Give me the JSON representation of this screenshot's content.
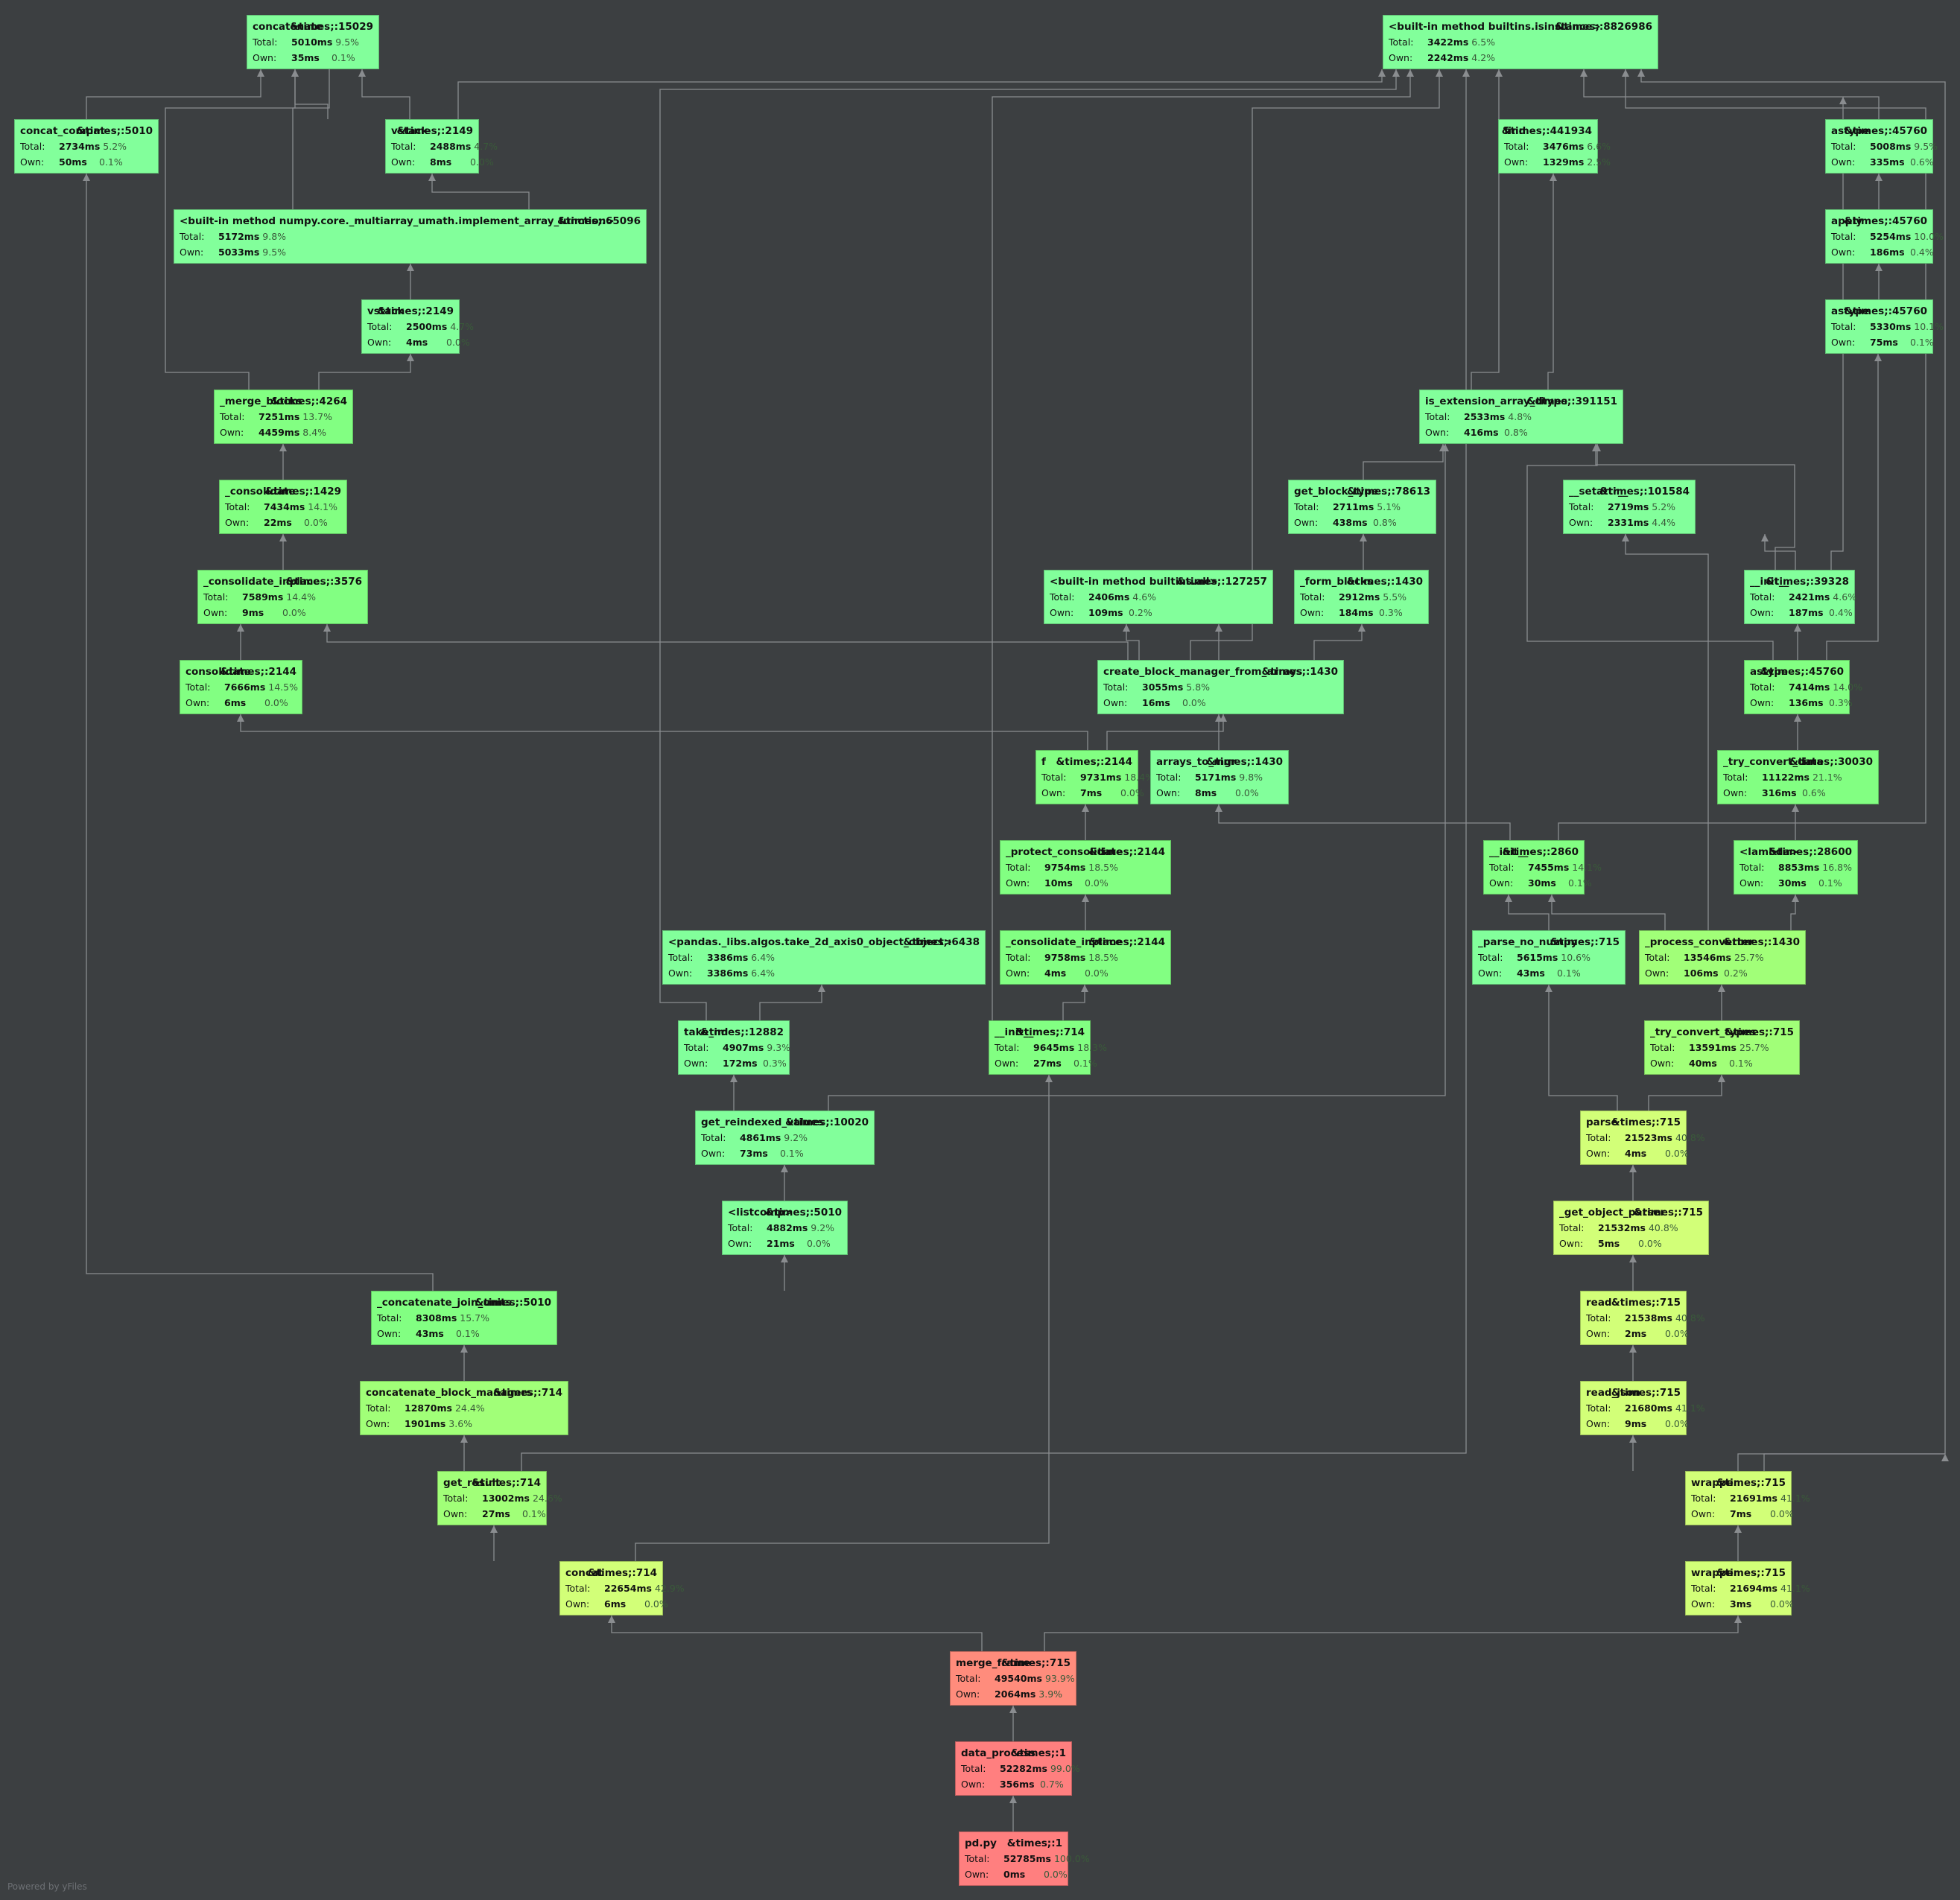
{
  "footer": "Powered by yFiles",
  "labels": {
    "total": "Total:",
    "own": "Own:"
  },
  "colors": {
    "background": "#3c3f41",
    "edge": "#8a8d90"
  },
  "nodes": [
    {
      "id": "concatenate",
      "name": "concatenate",
      "times": "&times;:15029",
      "total": "5010ms",
      "total_pct": "9.5%",
      "own": "35ms",
      "own_pct": "0.1%",
      "color": "#82ff9b"
    },
    {
      "id": "isinstance",
      "name": "<built-in method builtins.isinstance>",
      "times": "&times;:8826986",
      "total": "3422ms",
      "total_pct": "6.5%",
      "own": "2242ms",
      "own_pct": "4.2%",
      "color": "#82ff9b"
    },
    {
      "id": "concat_compat",
      "name": "concat_compat",
      "times": "&times;:5010",
      "total": "2734ms",
      "total_pct": "5.2%",
      "own": "50ms",
      "own_pct": "0.1%",
      "color": "#82ff9b"
    },
    {
      "id": "vstack1",
      "name": "vstack",
      "times": "&times;:2149",
      "total": "2488ms",
      "total_pct": "4.7%",
      "own": "8ms",
      "own_pct": "0.0%",
      "color": "#82ff9b"
    },
    {
      "id": "find",
      "name": "find",
      "times": "&times;:441934",
      "total": "3476ms",
      "total_pct": "6.6%",
      "own": "1329ms",
      "own_pct": "2.5%",
      "color": "#82ff9b"
    },
    {
      "id": "astype1",
      "name": "astype",
      "times": "&times;:45760",
      "total": "5008ms",
      "total_pct": "9.5%",
      "own": "335ms",
      "own_pct": "0.6%",
      "color": "#82ff9b"
    },
    {
      "id": "implement",
      "name": "<built-in method numpy.core._multiarray_umath.implement_array_function>",
      "times": "&times;:65096",
      "total": "5172ms",
      "total_pct": "9.8%",
      "own": "5033ms",
      "own_pct": "9.5%",
      "color": "#82ff9b"
    },
    {
      "id": "apply",
      "name": "apply",
      "times": "&times;:45760",
      "total": "5254ms",
      "total_pct": "10.0%",
      "own": "186ms",
      "own_pct": "0.4%",
      "color": "#82ff9b"
    },
    {
      "id": "vstack2",
      "name": "vstack",
      "times": "&times;:2149",
      "total": "2500ms",
      "total_pct": "4.7%",
      "own": "4ms",
      "own_pct": "0.0%",
      "color": "#82ff9b"
    },
    {
      "id": "astype2",
      "name": "astype",
      "times": "&times;:45760",
      "total": "5330ms",
      "total_pct": "10.1%",
      "own": "75ms",
      "own_pct": "0.1%",
      "color": "#82ff9b"
    },
    {
      "id": "merge_blocks",
      "name": "_merge_blocks",
      "times": "&times;:4264",
      "total": "7251ms",
      "total_pct": "13.7%",
      "own": "4459ms",
      "own_pct": "8.4%",
      "color": "#82ff82"
    },
    {
      "id": "is_ext",
      "name": "is_extension_array_dtype",
      "times": "&times;:391151",
      "total": "2533ms",
      "total_pct": "4.8%",
      "own": "416ms",
      "own_pct": "0.8%",
      "color": "#82ff9b"
    },
    {
      "id": "consolidate_u",
      "name": "_consolidate",
      "times": "&times;:1429",
      "total": "7434ms",
      "total_pct": "14.1%",
      "own": "22ms",
      "own_pct": "0.0%",
      "color": "#82ff82"
    },
    {
      "id": "get_block_type",
      "name": "get_block_type",
      "times": "&times;:78613",
      "total": "2711ms",
      "total_pct": "5.1%",
      "own": "438ms",
      "own_pct": "0.8%",
      "color": "#82ff9b"
    },
    {
      "id": "setattr",
      "name": "__setattr__",
      "times": "&times;:101584",
      "total": "2719ms",
      "total_pct": "5.2%",
      "own": "2331ms",
      "own_pct": "4.4%",
      "color": "#82ff9b"
    },
    {
      "id": "consolidate_inplace1",
      "name": "_consolidate_inplace",
      "times": "&times;:3576",
      "total": "7589ms",
      "total_pct": "14.4%",
      "own": "9ms",
      "own_pct": "0.0%",
      "color": "#82ff82"
    },
    {
      "id": "all",
      "name": "<built-in method builtins.all>",
      "times": "&times;:127257",
      "total": "2406ms",
      "total_pct": "4.6%",
      "own": "109ms",
      "own_pct": "0.2%",
      "color": "#82ff9b"
    },
    {
      "id": "form_blocks",
      "name": "_form_blocks",
      "times": "&times;:1430",
      "total": "2912ms",
      "total_pct": "5.5%",
      "own": "184ms",
      "own_pct": "0.3%",
      "color": "#82ff9b"
    },
    {
      "id": "init_39328",
      "name": "__init__",
      "times": "&times;:39328",
      "total": "2421ms",
      "total_pct": "4.6%",
      "own": "187ms",
      "own_pct": "0.4%",
      "color": "#82ff9b"
    },
    {
      "id": "consolidate",
      "name": "consolidate",
      "times": "&times;:2144",
      "total": "7666ms",
      "total_pct": "14.5%",
      "own": "6ms",
      "own_pct": "0.0%",
      "color": "#82ff82"
    },
    {
      "id": "cbm",
      "name": "create_block_manager_from_arrays",
      "times": "&times;:1430",
      "total": "3055ms",
      "total_pct": "5.8%",
      "own": "16ms",
      "own_pct": "0.0%",
      "color": "#82ff9b"
    },
    {
      "id": "astype3",
      "name": "astype",
      "times": "&times;:45760",
      "total": "7414ms",
      "total_pct": "14.0%",
      "own": "136ms",
      "own_pct": "0.3%",
      "color": "#82ff82"
    },
    {
      "id": "f",
      "name": "f",
      "times": "&times;:2144",
      "total": "9731ms",
      "total_pct": "18.4%",
      "own": "7ms",
      "own_pct": "0.0%",
      "color": "#82ff82"
    },
    {
      "id": "arrays_to_mgr",
      "name": "arrays_to_mgr",
      "times": "&times;:1430",
      "total": "5171ms",
      "total_pct": "9.8%",
      "own": "8ms",
      "own_pct": "0.0%",
      "color": "#82ff9b"
    },
    {
      "id": "try_convert_data",
      "name": "_try_convert_data",
      "times": "&times;:30030",
      "total": "11122ms",
      "total_pct": "21.1%",
      "own": "316ms",
      "own_pct": "0.6%",
      "color": "#82ff82"
    },
    {
      "id": "protect_consolidate",
      "name": "_protect_consolidate",
      "times": "&times;:2144",
      "total": "9754ms",
      "total_pct": "18.5%",
      "own": "10ms",
      "own_pct": "0.0%",
      "color": "#82ff82"
    },
    {
      "id": "init_2860",
      "name": "__init__",
      "times": "&times;:2860",
      "total": "7455ms",
      "total_pct": "14.1%",
      "own": "30ms",
      "own_pct": "0.1%",
      "color": "#82ff82"
    },
    {
      "id": "lambda",
      "name": "<lambda>",
      "times": "&times;:28600",
      "total": "8853ms",
      "total_pct": "16.8%",
      "own": "30ms",
      "own_pct": "0.1%",
      "color": "#82ff82"
    },
    {
      "id": "take2d",
      "name": "<pandas._libs.algos.take_2d_axis0_object_object>",
      "times": "&times;:6438",
      "total": "3386ms",
      "total_pct": "6.4%",
      "own": "3386ms",
      "own_pct": "6.4%",
      "color": "#82ff9b"
    },
    {
      "id": "consolidate_inplace2",
      "name": "_consolidate_inplace",
      "times": "&times;:2144",
      "total": "9758ms",
      "total_pct": "18.5%",
      "own": "4ms",
      "own_pct": "0.0%",
      "color": "#82ff82"
    },
    {
      "id": "parse_no_numpy",
      "name": "_parse_no_numpy",
      "times": "&times;:715",
      "total": "5615ms",
      "total_pct": "10.6%",
      "own": "43ms",
      "own_pct": "0.1%",
      "color": "#82ff9b"
    },
    {
      "id": "process_converter",
      "name": "_process_converter",
      "times": "&times;:1430",
      "total": "13546ms",
      "total_pct": "25.7%",
      "own": "106ms",
      "own_pct": "0.2%",
      "color": "#a1ff78"
    },
    {
      "id": "take_nd",
      "name": "take_nd",
      "times": "&times;:12882",
      "total": "4907ms",
      "total_pct": "9.3%",
      "own": "172ms",
      "own_pct": "0.3%",
      "color": "#82ff9b"
    },
    {
      "id": "init_714",
      "name": "__init__",
      "times": "&times;:714",
      "total": "9645ms",
      "total_pct": "18.3%",
      "own": "27ms",
      "own_pct": "0.1%",
      "color": "#82ff82"
    },
    {
      "id": "try_convert_types",
      "name": "_try_convert_types",
      "times": "&times;:715",
      "total": "13591ms",
      "total_pct": "25.7%",
      "own": "40ms",
      "own_pct": "0.1%",
      "color": "#a1ff78"
    },
    {
      "id": "get_reindexed",
      "name": "get_reindexed_values",
      "times": "&times;:10020",
      "total": "4861ms",
      "total_pct": "9.2%",
      "own": "73ms",
      "own_pct": "0.1%",
      "color": "#82ff9b"
    },
    {
      "id": "parse",
      "name": "parse",
      "times": "&times;:715",
      "total": "21523ms",
      "total_pct": "40.8%",
      "own": "4ms",
      "own_pct": "0.0%",
      "color": "#d2ff78"
    },
    {
      "id": "listcomp",
      "name": "<listcomp>",
      "times": "&times;:5010",
      "total": "4882ms",
      "total_pct": "9.2%",
      "own": "21ms",
      "own_pct": "0.0%",
      "color": "#82ff9b"
    },
    {
      "id": "get_object_parser",
      "name": "_get_object_parser",
      "times": "&times;:715",
      "total": "21532ms",
      "total_pct": "40.8%",
      "own": "5ms",
      "own_pct": "0.0%",
      "color": "#d2ff78"
    },
    {
      "id": "concat_join_units",
      "name": "_concatenate_join_units",
      "times": "&times;:5010",
      "total": "8308ms",
      "total_pct": "15.7%",
      "own": "43ms",
      "own_pct": "0.1%",
      "color": "#82ff82"
    },
    {
      "id": "read",
      "name": "read",
      "times": "&times;:715",
      "total": "21538ms",
      "total_pct": "40.8%",
      "own": "2ms",
      "own_pct": "0.0%",
      "color": "#d2ff78"
    },
    {
      "id": "concat_block_mgrs",
      "name": "concatenate_block_managers",
      "times": "&times;:714",
      "total": "12870ms",
      "total_pct": "24.4%",
      "own": "1901ms",
      "own_pct": "3.6%",
      "color": "#a1ff78"
    },
    {
      "id": "read_json",
      "name": "read_json",
      "times": "&times;:715",
      "total": "21680ms",
      "total_pct": "41.1%",
      "own": "9ms",
      "own_pct": "0.0%",
      "color": "#d2ff78"
    },
    {
      "id": "get_result",
      "name": "get_result",
      "times": "&times;:714",
      "total": "13002ms",
      "total_pct": "24.6%",
      "own": "27ms",
      "own_pct": "0.1%",
      "color": "#a1ff78"
    },
    {
      "id": "wrapper1",
      "name": "wrapper",
      "times": "&times;:715",
      "total": "21691ms",
      "total_pct": "41.1%",
      "own": "7ms",
      "own_pct": "0.0%",
      "color": "#d2ff78"
    },
    {
      "id": "concat",
      "name": "concat",
      "times": "&times;:714",
      "total": "22654ms",
      "total_pct": "42.9%",
      "own": "6ms",
      "own_pct": "0.0%",
      "color": "#d2ff78"
    },
    {
      "id": "wrapper2",
      "name": "wrapper",
      "times": "&times;:715",
      "total": "21694ms",
      "total_pct": "41.1%",
      "own": "3ms",
      "own_pct": "0.0%",
      "color": "#d2ff78"
    },
    {
      "id": "merge_frame",
      "name": "merge_frame",
      "times": "&times;:715",
      "total": "49540ms",
      "total_pct": "93.9%",
      "own": "2064ms",
      "own_pct": "3.9%",
      "color": "#ff8c7c"
    },
    {
      "id": "data_process",
      "name": "data_process",
      "times": "&times;:1",
      "total": "52282ms",
      "total_pct": "99.0%",
      "own": "356ms",
      "own_pct": "0.7%",
      "color": "#ff7f7f"
    },
    {
      "id": "pd_py",
      "name": "pd.py",
      "times": "&times;:1",
      "total": "52785ms",
      "total_pct": "100.0%",
      "own": "0ms",
      "own_pct": "0.0%",
      "color": "#ff7f7f"
    }
  ]
}
